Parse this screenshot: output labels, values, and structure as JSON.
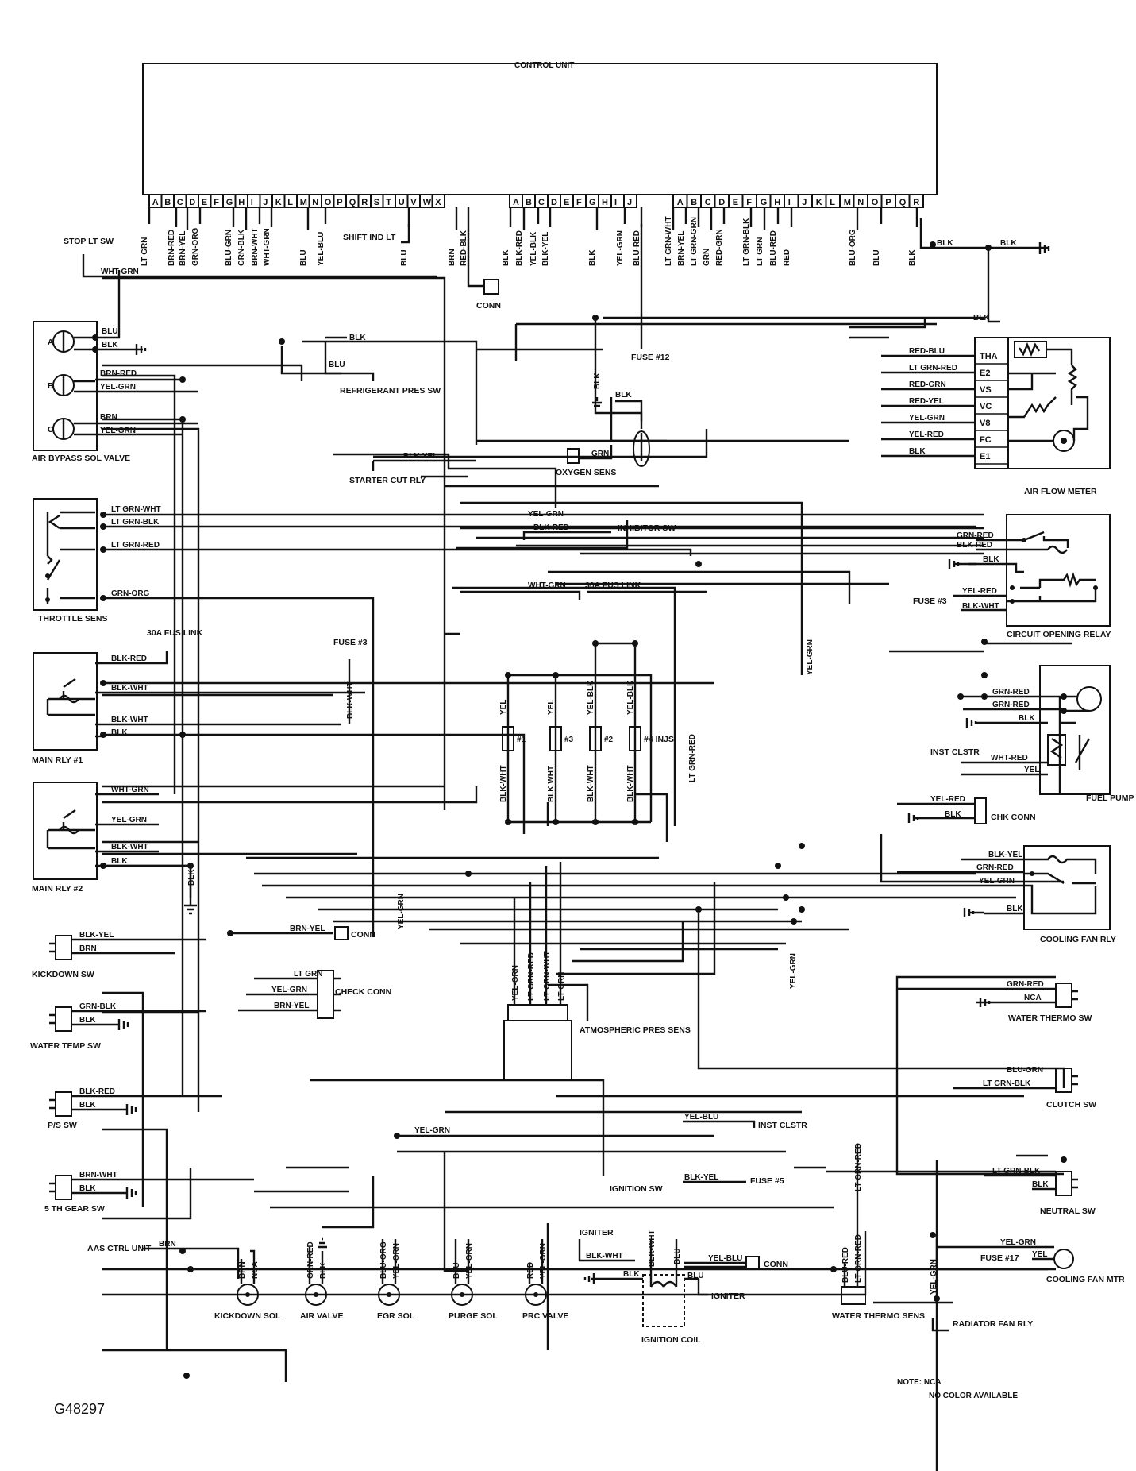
{
  "control_unit": {
    "title": "CONTROL UNIT",
    "pins1": [
      "A",
      "B",
      "C",
      "D",
      "E",
      "F",
      "G",
      "H",
      "I",
      "J",
      "K",
      "L",
      "M",
      "N",
      "O",
      "P",
      "Q",
      "R",
      "S",
      "T",
      "U",
      "V",
      "W",
      "X"
    ],
    "pins2": [
      "A",
      "B",
      "C",
      "D",
      "E",
      "F",
      "G",
      "H",
      "I",
      "J"
    ],
    "pins3": [
      "A",
      "B",
      "C",
      "D",
      "E",
      "F",
      "G",
      "H",
      "I",
      "J",
      "K",
      "L",
      "M",
      "N",
      "O",
      "P",
      "Q",
      "R"
    ]
  },
  "top_wires": [
    "LT GRN",
    "BRN-RED",
    "BRN-YEL",
    "GRN-ORG",
    "BLU-GRN",
    "GRN-BLK",
    "BRN-WHT",
    "WHT-GRN",
    "BLU",
    "YEL-BLU",
    "BLU",
    "BRN",
    "RED-BLK",
    "BLK",
    "BLK-RED",
    "YEL-BLK",
    "BLK-YEL",
    "BLK",
    "YEL-GRN",
    "BLU-RED",
    "LT GRN-WHT",
    "BRN-YEL",
    "LT GRN-GRN",
    "GRN",
    "RED-GRN",
    "LT GRN-BLK",
    "LT GRN",
    "BLU-RED",
    "RED",
    "BLU-ORG",
    "BLU",
    "BLK"
  ],
  "components": {
    "stop_lt_sw": "STOP LT SW",
    "shift_ind_lt": "SHIFT IND LT",
    "conn_top": "CONN",
    "fuse12": "FUSE #12",
    "air_bypass": "AIR BYPASS SOL VALVE",
    "refrigerant": "REFRIGERANT PRES SW",
    "starter_cut": "STARTER CUT RLY",
    "oxygen": "OXYGEN SENS",
    "air_flow_meter": "AIR FLOW METER",
    "throttle_sens": "THROTTLE SENS",
    "inhibitor_sw": "INHIBITOR SW",
    "fus_link_30a": "30A FUS LINK",
    "fus_link_30a_2": "30A FUS LINK",
    "circuit_opening": "CIRCUIT OPENING RELAY",
    "fuse3_right": "FUSE #3",
    "fuse3_left": "FUSE #3",
    "main_rly1": "MAIN RLY #1",
    "main_rly2": "MAIN RLY #2",
    "injs": "#4 INJS",
    "fuel_pump": "FUEL PUMP",
    "inst_clstr": "INST CLSTR",
    "chk_conn": "CHK CONN",
    "cooling_fan_rly": "COOLING FAN RLY",
    "kickdown_sw": "KICKDOWN SW",
    "water_temp_sw": "WATER TEMP SW",
    "conn_mid": "CONN",
    "check_conn": "CHECK CONN",
    "atmospheric": "ATMOSPHERIC PRES SENS",
    "water_thermo_sw": "WATER THERMO SW",
    "clutch_sw": "CLUTCH SW",
    "ps_sw": "P/S SW",
    "inst_clstr2": "INST CLSTR",
    "fifth_gear_sw": "5 TH GEAR SW",
    "fuse5": "FUSE #5",
    "ignition_sw": "IGNITION SW",
    "neutral_sw": "NEUTRAL SW",
    "aas_ctrl": "AAS CTRL UNIT",
    "igniter_top": "IGNITER",
    "conn_bottom": "CONN",
    "igniter": "IGNITER",
    "fuse17": "FUSE #17",
    "cooling_fan_mtr": "COOLING FAN MTR",
    "radiator_fan": "RADIATOR FAN RLY",
    "kickdown_sol": "KICKDOWN SOL",
    "air_valve": "AIR VALVE",
    "egr_sol": "EGR SOL",
    "purge_sol": "PURGE SOL",
    "prc_valve": "PRC VALVE",
    "ignition_coil": "IGNITION COIL",
    "water_thermo_sens": "WATER THERMO SENS"
  },
  "afm_pins": [
    "THA",
    "E2",
    "VS",
    "VC",
    "V8",
    "FC",
    "E1"
  ],
  "afm_wires": [
    "RED-BLU",
    "LT GRN-RED",
    "RED-GRN",
    "RED-YEL",
    "YEL-GRN",
    "YEL-RED",
    "BLK"
  ],
  "inj_labels": [
    "#1",
    "#3",
    "#2"
  ],
  "labels": {
    "wht_grn_stop": "WHT-GRN",
    "blk_ground_top": "BLK",
    "blk_ground_top2": "BLK",
    "blk_top_right": "BLK",
    "ab_blu": "BLU",
    "ab_blk": "BLK",
    "ab_brn_red": "BRN-RED",
    "ab_yel_grn": "YEL-GRN",
    "ab_brn": "BRN",
    "ab_yel_grn2": "YEL-GRN",
    "ab_a": "A",
    "ab_b": "B",
    "ab_c": "C",
    "ref_blk": "BLK",
    "ref_blu": "BLU",
    "fuse12_blk": "BLK",
    "fuse12_blk2": "BLK",
    "starter_blk_yel": "BLK-YEL",
    "oxy_grn": "GRN",
    "ts_lt_grn_wht": "LT GRN-WHT",
    "ts_lt_grn_blk": "LT GRN-BLK",
    "ts_lt_grn_red": "LT GRN-RED",
    "ts_grn_org": "GRN-ORG",
    "inh_yel_grn": "YEL-GRN",
    "inh_blk_red": "BLK-RED",
    "fl_wht_grn": "WHT-GRN",
    "cor_grn_red": "GRN-RED",
    "cor_blk_red": "BLK-RED",
    "cor_blk": "BLK",
    "cor_yel_red": "YEL-RED",
    "cor_blk_wht": "BLK-WHT",
    "yel_grn_vert": "YEL-GRN",
    "lt_grn_red_vert": "LT GRN-RED",
    "mr1_blk_red": "BLK-RED",
    "mr1_blk_wht": "BLK-WHT",
    "mr1_blk_wht2": "BLK-WHT",
    "mr1_blk": "BLK",
    "fuse3_blk_wht": "BLK-WHT",
    "inj_yel1": "YEL",
    "inj_yel2": "YEL",
    "inj_yel_blk1": "YEL-BLK",
    "inj_yel_blk2": "YEL-BLK",
    "inj_bw1": "BLK-WHT",
    "inj_bw2": "BLK WHT",
    "inj_bw3": "BLK-WHT",
    "inj_bw4": "BLK-WHT",
    "fp_grn_red": "GRN-RED",
    "fp_grn_red2": "GRN-RED",
    "fp_blk": "BLK",
    "fp_wht_red": "WHT-RED",
    "fp_yel": "YEL",
    "chk_yel_red": "YEL-RED",
    "chk_blk": "BLK",
    "mr2_wht_grn": "WHT-GRN",
    "mr2_yel_grn": "YEL-GRN",
    "mr2_blk_wht": "BLK-WHT",
    "mr2_blk": "BLK",
    "mr2_blk_vert": "BLK",
    "cfr_blk_yel": "BLK-YEL",
    "cfr_grn_red": "GRN-RED",
    "cfr_yel_grn": "YEL-GRN",
    "cfr_blk": "BLK",
    "kd_blk_yel": "BLK-YEL",
    "kd_brn": "BRN",
    "yel_grn_mid": "YEL-GRN",
    "brn_yel_conn": "BRN-YEL",
    "cc_lt_grn": "LT GRN",
    "cc_yel_grn": "YEL-GRN",
    "cc_brn_yel": "BRN-YEL",
    "wt_grn_blk": "GRN-BLK",
    "wt_blk": "BLK",
    "ap_w1": "YEL-GRN",
    "ap_w2": "LT GRN-RED",
    "ap_w3": "LT GRN-WHT",
    "ap_w4": "LT GRN",
    "yel_grn_right_vert": "YEL-GRN",
    "wts_grn_red": "GRN-RED",
    "wts_nca": "NCA",
    "cl_blu_grn": "BLU-GRN",
    "cl_lt_grn_blk": "LT GRN-BLK",
    "ps_blk_red": "BLK-RED",
    "ps_blk": "BLK",
    "ic_yel_blu": "YEL-BLU",
    "yel_grn_low": "YEL-GRN",
    "fg_brn_wht": "BRN-WHT",
    "fg_blk": "BLK",
    "f5_blk_yel": "BLK-YEL",
    "n_lt_grn_blk": "LT GRN-BLK",
    "n_blk": "BLK",
    "aas_brn": "BRN",
    "kds_brn": "BRN",
    "kds_nca": "NCA",
    "av_grn_red": "GRN-RED",
    "av_blk": "BLK",
    "egr_blu_org": "BLU-ORG",
    "egr_yel_grn": "YEL-GRN",
    "pg_blu": "BLU",
    "pg_yel_grn": "YEL-GRN",
    "prc_red": "RED",
    "prc_yel_grn": "YEL-GRN",
    "ig_blk_wht": "BLK-WHT",
    "ig_blk_wht2": "BLK-WHT",
    "ig_blu": "BLU",
    "ig_yel_blu": "YEL-BLU",
    "ig_blk": "BLK",
    "ig_blu2": "BLU",
    "wts2_blu_red": "BLU-RED",
    "wts2_lt_grn_red": "LT GRN-RED",
    "wts2_lt_grn_red_vert": "LT GRN-RED",
    "rf_yel_grn": "YEL-GRN",
    "cfm_yel_grn": "YEL-GRN",
    "cfm_yel": "YEL"
  },
  "note": {
    "line1": "NOTE: NCA",
    "line2": "NO COLOR AVAILABLE"
  },
  "ref_code": "G48297"
}
